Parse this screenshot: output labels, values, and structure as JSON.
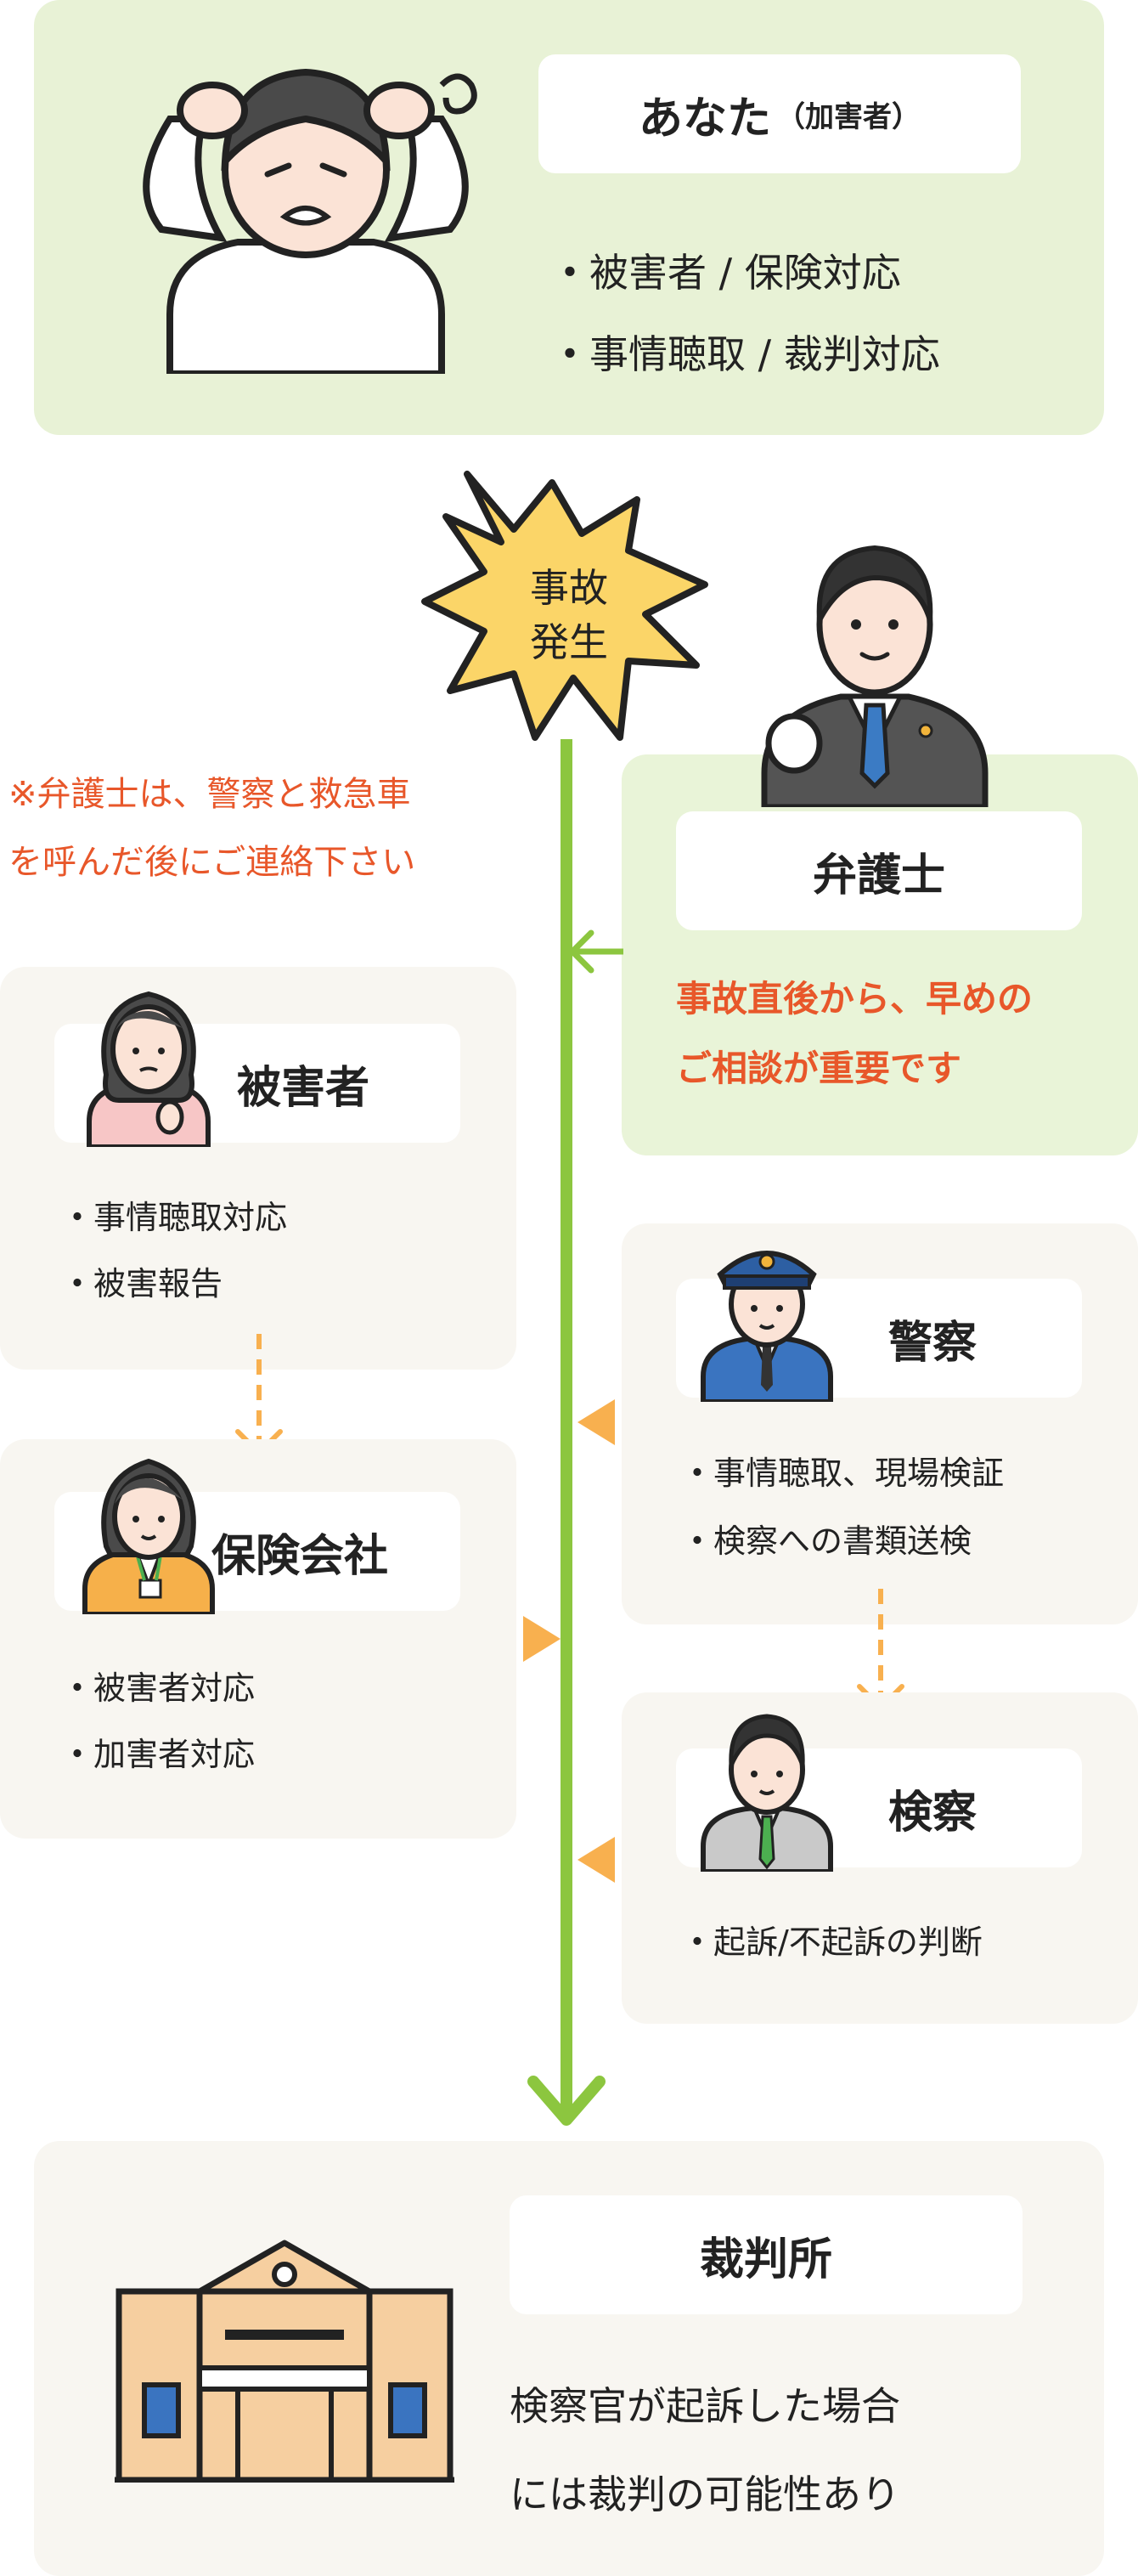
{
  "you": {
    "title": "あなた",
    "subtitle": "（加害者）",
    "items": [
      "被害者 / 保険対応",
      "事情聴取 / 裁判対応"
    ]
  },
  "accident": {
    "line1": "事故",
    "line2": "発生"
  },
  "note": {
    "line1": "※弁護士は、警察と救急車",
    "line2": "を呼んだ後にご連絡下さい"
  },
  "lawyer": {
    "title": "弁護士",
    "message_line1": "事故直後から、早めの",
    "message_line2": "ご相談が重要です"
  },
  "victim": {
    "title": "被害者",
    "items": [
      "事情聴取対応",
      "被害報告"
    ]
  },
  "insurance": {
    "title": "保険会社",
    "items": [
      "被害者対応",
      "加害者対応"
    ]
  },
  "police": {
    "title": "警察",
    "items": [
      "事情聴取、現場検証",
      "検察への書類送検"
    ]
  },
  "prosecution": {
    "title": "検察",
    "items": [
      "起訴/不起訴の判断"
    ]
  },
  "court": {
    "title": "裁判所",
    "desc_line1": "検察官が起訴した場合",
    "desc_line2": "には裁判の可能性あり"
  },
  "colors": {
    "green_line": "#8cc63f",
    "orange_arrow": "#f8b04f",
    "accent_text": "#e8572a",
    "burst": "#fbd568"
  }
}
